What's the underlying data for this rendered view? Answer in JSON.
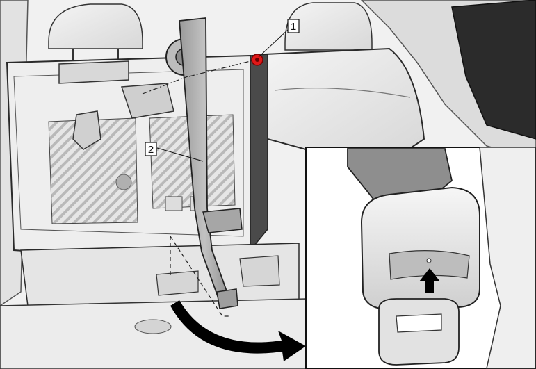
{
  "figure": {
    "callouts": [
      {
        "number": "1",
        "item": "seat-belt-guide-fastener"
      },
      {
        "number": "2",
        "item": "seat-belt"
      }
    ],
    "marker_color": "#e01818",
    "arrow_color": "#000000",
    "line_art_color": "#2a2a2a",
    "fill_color": "#e9e9e9",
    "inset": {
      "shows": "buckle-tongue-detail",
      "arrow_icon": "up-arrow-icon"
    }
  }
}
